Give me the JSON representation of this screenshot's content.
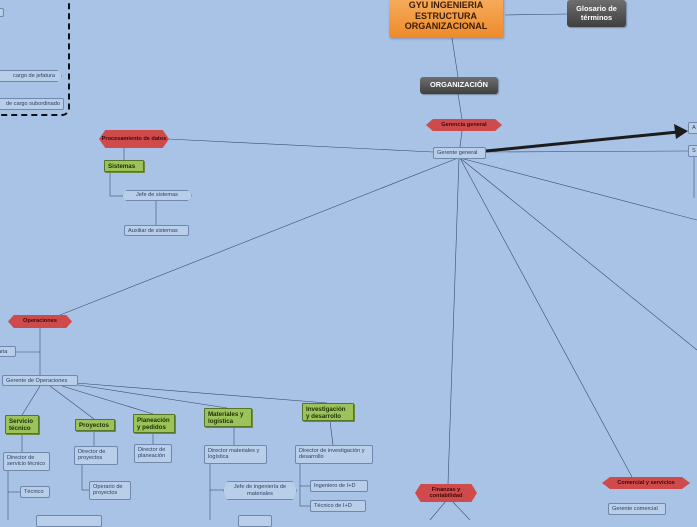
{
  "main_title": "GYU INGENIERIA ESTRUCTURA ORGANIZACIONAL",
  "glossary": "Glosario de términos",
  "organization": "ORGANIZACIÓN",
  "legend": {
    "item_jefatura": "cargo de jefatura",
    "item_subordinado": "de cargo subordinado"
  },
  "gerencia_general": {
    "red": "Gerencia general",
    "box": "Gerente general",
    "right1": "A",
    "right2": "S"
  },
  "procesamiento": {
    "red": "Procesamiento de datos",
    "green": "Sistemas",
    "jefe": "Jefe de sistemas",
    "auxiliar": "Auxiliar de sistemas"
  },
  "operaciones": {
    "red": "Operaciones",
    "gerente": "Gerente de Operaciones",
    "left_partial": "aria",
    "servicio": {
      "green": "Servicio técnico",
      "director": "Director de servicio técnico",
      "tecnico": "Técnico"
    },
    "proyectos": {
      "green": "Proyectos",
      "director": "Director de proyectos",
      "operario": "Operario de proyectos"
    },
    "planeacion": {
      "green": "Planeación y pedidos",
      "director": "Director de planeación"
    },
    "materiales": {
      "green": "Materiales y logística",
      "director": "Director materiales y logística",
      "jefe": "Jefe de ingeniería de materiales"
    },
    "investigacion": {
      "green": "Investigación y desarrollo",
      "director": "Director de investigación y desarrollo",
      "ingeniero": "Ingeniero de I+D",
      "tecnico": "Técnico de I+D"
    }
  },
  "finanzas": {
    "red": "Finanzas y contabilidad"
  },
  "comercial": {
    "red": "Comercial y servicios",
    "gerente": "Gerente comercial"
  }
}
